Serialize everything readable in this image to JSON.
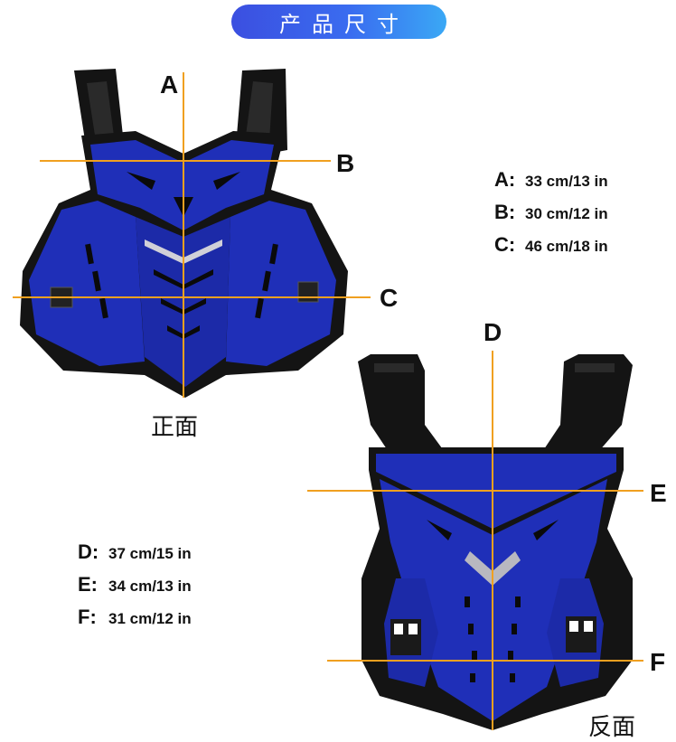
{
  "title": "产品尺寸",
  "front": {
    "caption": "正面",
    "markers": {
      "a": "A",
      "b": "B",
      "c": "C"
    },
    "dimensions": [
      {
        "key": "A:",
        "value": "33 cm/13 in"
      },
      {
        "key": "B:",
        "value": "30 cm/12 in"
      },
      {
        "key": "C:",
        "value": "46 cm/18 in"
      }
    ]
  },
  "back": {
    "caption": "反面",
    "markers": {
      "d": "D",
      "e": "E",
      "f": "F"
    },
    "dimensions": [
      {
        "key": "D:",
        "value": "37 cm/15 in"
      },
      {
        "key": "E:",
        "value": "34 cm/13 in"
      },
      {
        "key": "F:",
        "value": "31 cm/12 in"
      }
    ]
  },
  "colors": {
    "armor_blue": "#1f2fb8",
    "frame_black": "#141414",
    "measure_line": "#f0a020",
    "title_gradient_start": "#3b4fe0",
    "title_gradient_end": "#3aa8f5"
  }
}
